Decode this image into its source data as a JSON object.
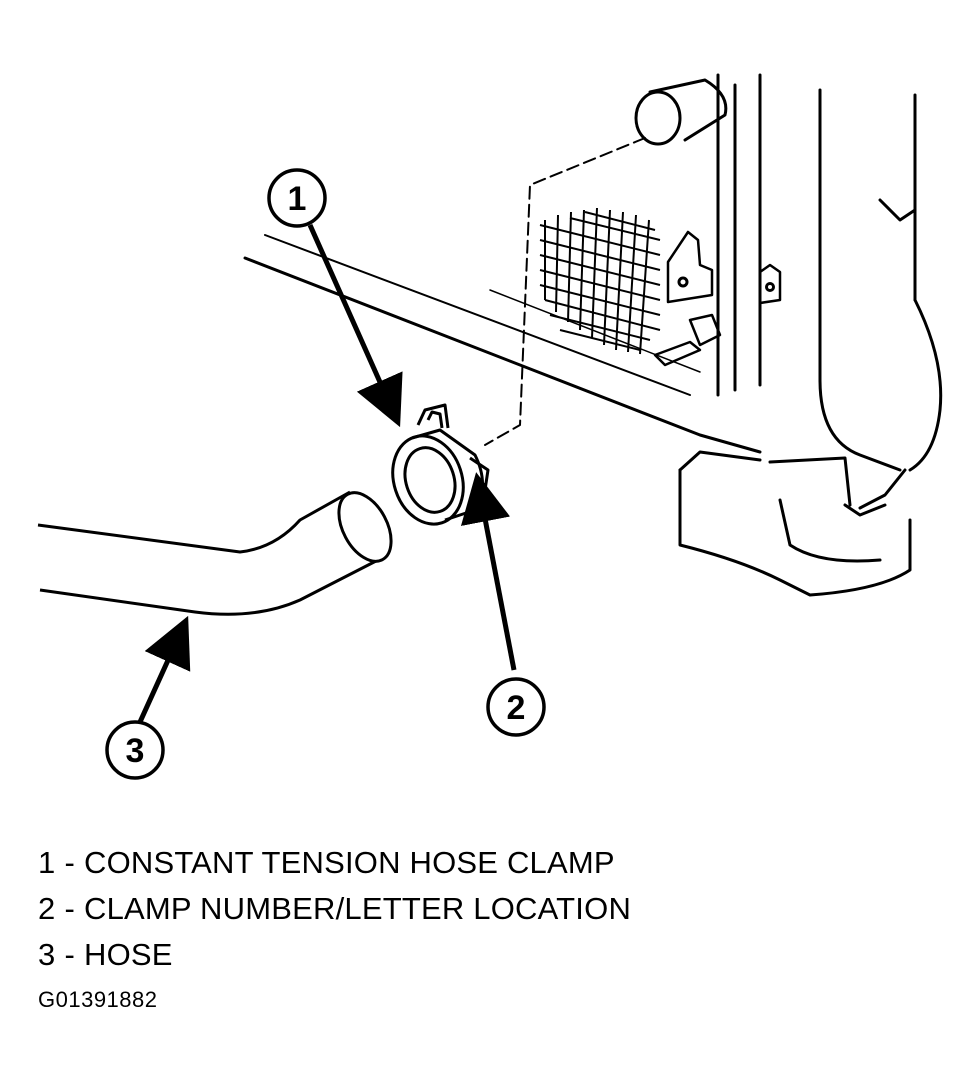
{
  "callouts": [
    {
      "number": "1"
    },
    {
      "number": "2"
    },
    {
      "number": "3"
    }
  ],
  "legend": [
    {
      "number": "1",
      "label": "CONSTANT TENSION HOSE CLAMP"
    },
    {
      "number": "2",
      "label": "CLAMP NUMBER/LETTER LOCATION"
    },
    {
      "number": "3",
      "label": "HOSE"
    }
  ],
  "figure_id": "G01391882",
  "colors": {
    "ink": "#000000",
    "paper": "#ffffff"
  }
}
